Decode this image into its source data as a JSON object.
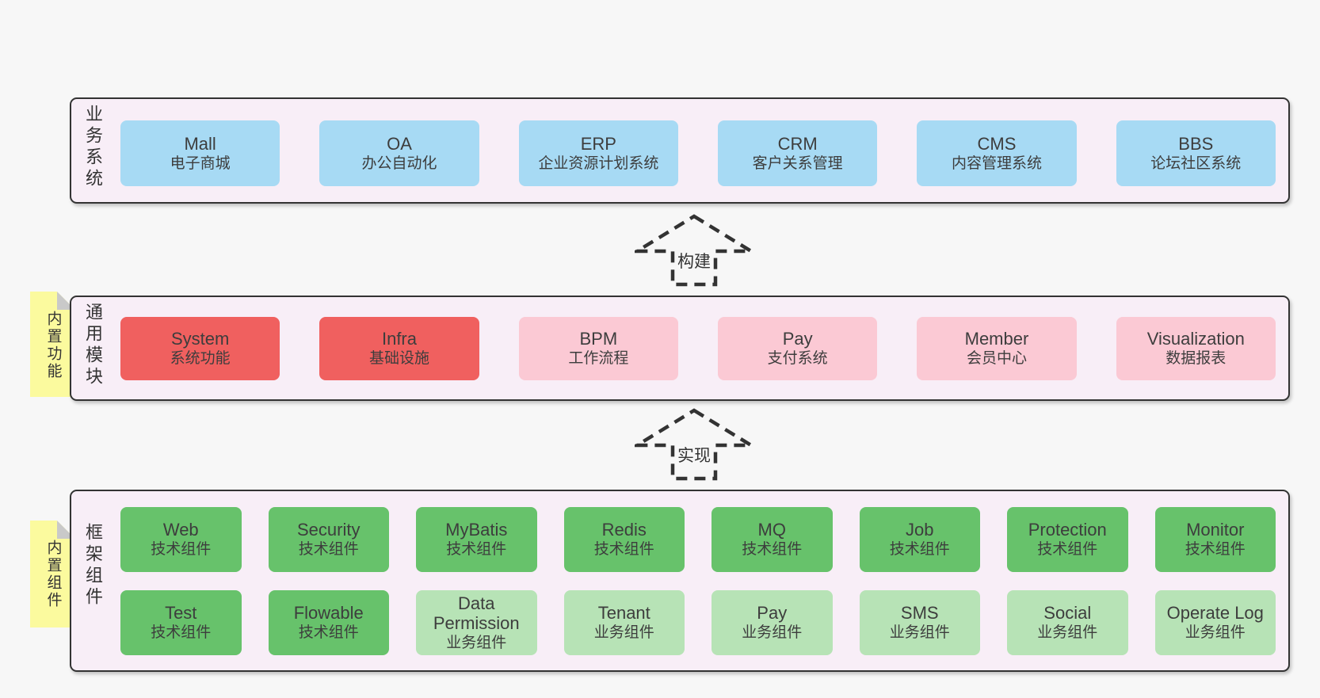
{
  "palette": {
    "page_bg": "#f7f7f7",
    "panel_bg": "#f8eef7",
    "panel_border": "#333333",
    "blue": "#a7daf4",
    "red": "#f0605f",
    "pink": "#fbc9d4",
    "green": "#67c26b",
    "light_green": "#b7e3b6",
    "note_yellow": "#fbfa9e",
    "note_fold": "#c9c9c9"
  },
  "arrows": {
    "build": "构建",
    "implement": "实现"
  },
  "business": {
    "label": "业务系统",
    "boxes": [
      {
        "title": "Mall",
        "subtitle": "电子商城"
      },
      {
        "title": "OA",
        "subtitle": "办公自动化"
      },
      {
        "title": "ERP",
        "subtitle": "企业资源计划系统"
      },
      {
        "title": "CRM",
        "subtitle": "客户关系管理"
      },
      {
        "title": "CMS",
        "subtitle": "内容管理系统"
      },
      {
        "title": "BBS",
        "subtitle": "论坛社区系统"
      }
    ]
  },
  "modules": {
    "label": "通用模块",
    "note": "内置功能",
    "boxes": [
      {
        "title": "System",
        "subtitle": "系统功能"
      },
      {
        "title": "Infra",
        "subtitle": "基础设施"
      },
      {
        "title": "BPM",
        "subtitle": "工作流程"
      },
      {
        "title": "Pay",
        "subtitle": "支付系统"
      },
      {
        "title": "Member",
        "subtitle": "会员中心"
      },
      {
        "title": "Visualization",
        "subtitle": "数据报表"
      }
    ]
  },
  "framework": {
    "label": "框架组件",
    "note": "内置组件",
    "row1": [
      {
        "title": "Web",
        "subtitle": "技术组件"
      },
      {
        "title": "Security",
        "subtitle": "技术组件"
      },
      {
        "title": "MyBatis",
        "subtitle": "技术组件"
      },
      {
        "title": "Redis",
        "subtitle": "技术组件"
      },
      {
        "title": "MQ",
        "subtitle": "技术组件"
      },
      {
        "title": "Job",
        "subtitle": "技术组件"
      },
      {
        "title": "Protection",
        "subtitle": "技术组件"
      },
      {
        "title": "Monitor",
        "subtitle": "技术组件"
      }
    ],
    "row2": [
      {
        "title": "Test",
        "subtitle": "技术组件"
      },
      {
        "title": "Flowable",
        "subtitle": "技术组件"
      },
      {
        "title": "Data Permission",
        "subtitle": "业务组件"
      },
      {
        "title": "Tenant",
        "subtitle": "业务组件"
      },
      {
        "title": "Pay",
        "subtitle": "业务组件"
      },
      {
        "title": "SMS",
        "subtitle": "业务组件"
      },
      {
        "title": "Social",
        "subtitle": "业务组件"
      },
      {
        "title": "Operate Log",
        "subtitle": "业务组件"
      }
    ]
  }
}
